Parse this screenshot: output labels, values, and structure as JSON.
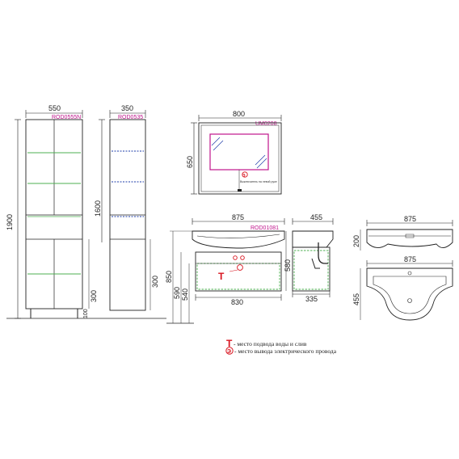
{
  "tall_cabinet": {
    "width": "550",
    "height": "1900",
    "code": "ROD0555N",
    "lower_dim": "300",
    "leg_dim": "100"
  },
  "narrow_cabinet": {
    "width": "350",
    "height": "1600",
    "code": "ROD0535",
    "lower_dim": "300"
  },
  "mirror": {
    "width": "800",
    "height": "650",
    "code": "UM0208",
    "switch_label": "Выключатель на левой руке"
  },
  "vanity_front": {
    "width": "875",
    "code": "ROD01081",
    "inner_width": "830",
    "h_850": "850",
    "h_590": "590",
    "h_540": "540"
  },
  "vanity_side": {
    "width": "455",
    "height": "580",
    "depth": "335"
  },
  "basin_side": {
    "width": "875",
    "height": "200"
  },
  "basin_top": {
    "width": "875",
    "depth": "455"
  },
  "legend": {
    "t_mark": "Т",
    "e_mark": "Э",
    "t_text": "- место подвода воды и слив",
    "e_text": "- место вывода электрического провода"
  },
  "colors": {
    "magenta": "#c0148c",
    "red": "#d8141f",
    "green": "#4caf50",
    "blue": "#1e3ca8"
  }
}
